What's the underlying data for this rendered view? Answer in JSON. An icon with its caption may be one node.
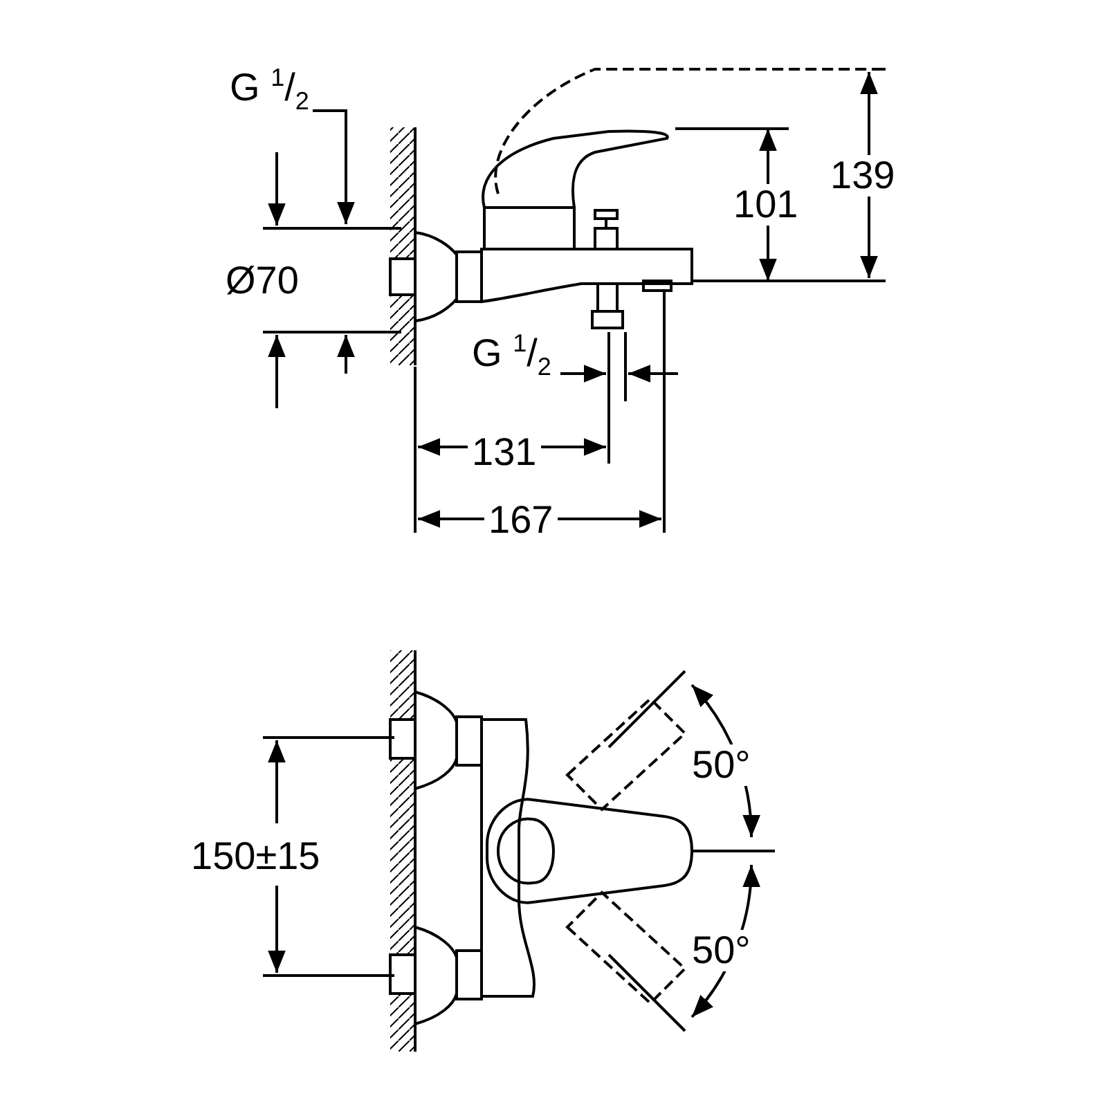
{
  "diagram": {
    "labels": [
      "G $^{1}$/$_{2}$",
      "Ø70",
      "101",
      "139",
      "G $^{1}$/$_{2}$",
      "131",
      "167",
      "50°",
      "150±15",
      "50°"
    ]
  }
}
